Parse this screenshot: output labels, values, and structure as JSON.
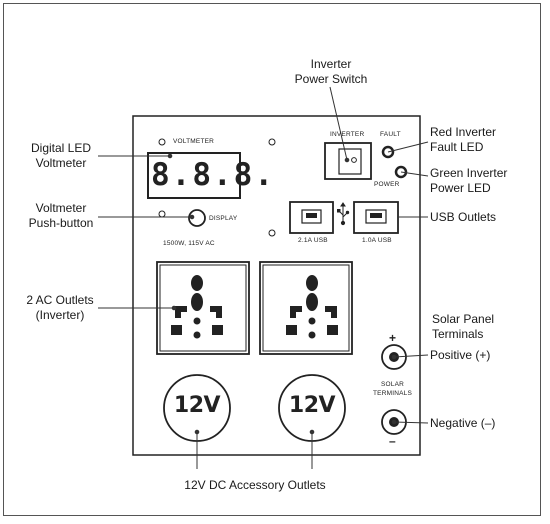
{
  "labels": {
    "inverter_switch": [
      "Inverter",
      "Power Switch"
    ],
    "red_led": [
      "Red Inverter",
      "Fault LED"
    ],
    "green_led": [
      "Green Inverter",
      "Power LED"
    ],
    "usb_outlets": "USB Outlets",
    "digital_voltmeter": [
      "Digital LED",
      "Voltmeter"
    ],
    "voltmeter_button": [
      "Voltmeter",
      "Push-button"
    ],
    "ac_outlets": [
      "2 AC Outlets",
      "(Inverter)"
    ],
    "solar_terminals": [
      "Solar Panel",
      "Terminals"
    ],
    "positive": "Positive (+)",
    "negative": "Negative (–)",
    "dc_outlets": "12V DC Accessory Outlets"
  },
  "panel": {
    "voltmeter": "VOLTMETER",
    "voltmeter_digits": "8.8.8.",
    "display": "DISPLAY",
    "rating": "1500W, 115V AC",
    "inverter": "INVERTER",
    "fault": "FAULT",
    "power": "POWER",
    "usb_left": "2.1A USB",
    "usb_right": "1.0A USB",
    "solar": [
      "SOLAR",
      "TERMINALS"
    ],
    "plus": "+",
    "minus": "–",
    "dc_left": "12V",
    "dc_right": "12V"
  }
}
